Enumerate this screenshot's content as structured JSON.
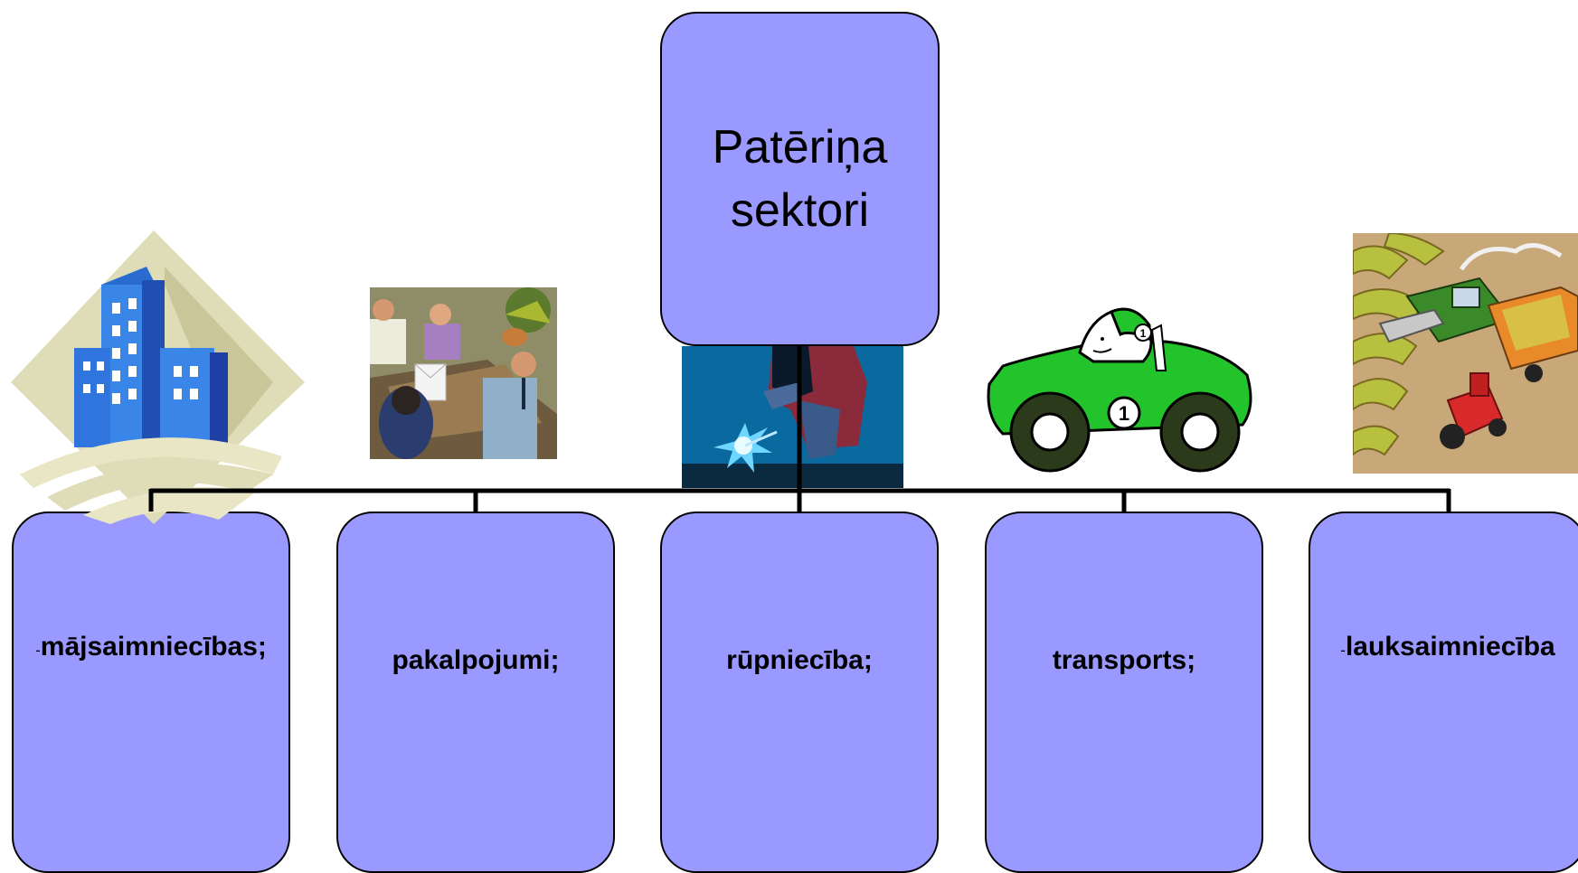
{
  "root": {
    "line1": "Patēriņa",
    "line2": "sektori"
  },
  "children": [
    {
      "prefix": "-",
      "label": "mājsaimniecības;"
    },
    {
      "prefix": "",
      "label": "pakalpojumi;"
    },
    {
      "prefix": "",
      "label": "rūpniecība;"
    },
    {
      "prefix": "",
      "label": "transports;"
    },
    {
      "prefix": "-",
      "label": "lauksaimniecība"
    }
  ],
  "colors": {
    "box_fill": "#9999ff",
    "connector": "#000000"
  },
  "images": [
    "buildings-clipart",
    "meeting-clipart",
    "welder-clipart",
    "race-car-clipart",
    "farm-harvest-clipart"
  ],
  "car_number": "1"
}
